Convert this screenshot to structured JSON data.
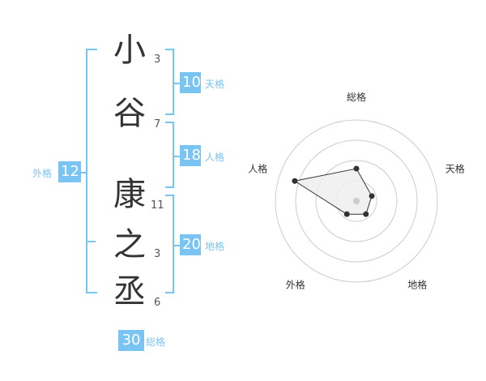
{
  "name": {
    "chars": [
      {
        "char": "小",
        "strokes": "3"
      },
      {
        "char": "谷",
        "strokes": "7"
      },
      {
        "char": "康",
        "strokes": "11"
      },
      {
        "char": "之",
        "strokes": "3"
      },
      {
        "char": "丞",
        "strokes": "6"
      }
    ]
  },
  "fortune": {
    "tenkaku": {
      "label": "天格",
      "value": "10"
    },
    "jinkaku": {
      "label": "人格",
      "value": "18"
    },
    "chikaku": {
      "label": "地格",
      "value": "20"
    },
    "gaikaku": {
      "label": "外格",
      "value": "12"
    },
    "soukaku": {
      "label": "総格",
      "value": "30"
    }
  },
  "radar": {
    "axes": [
      "総格",
      "天格",
      "地格",
      "外格",
      "人格"
    ],
    "values": [
      2,
      1,
      1,
      1,
      4
    ],
    "max": 5,
    "rings": 4,
    "colors": {
      "ring": "#cccccc",
      "fill": "#eeeeee",
      "line": "#333333",
      "point": "#333333",
      "center": "#cccccc"
    }
  }
}
